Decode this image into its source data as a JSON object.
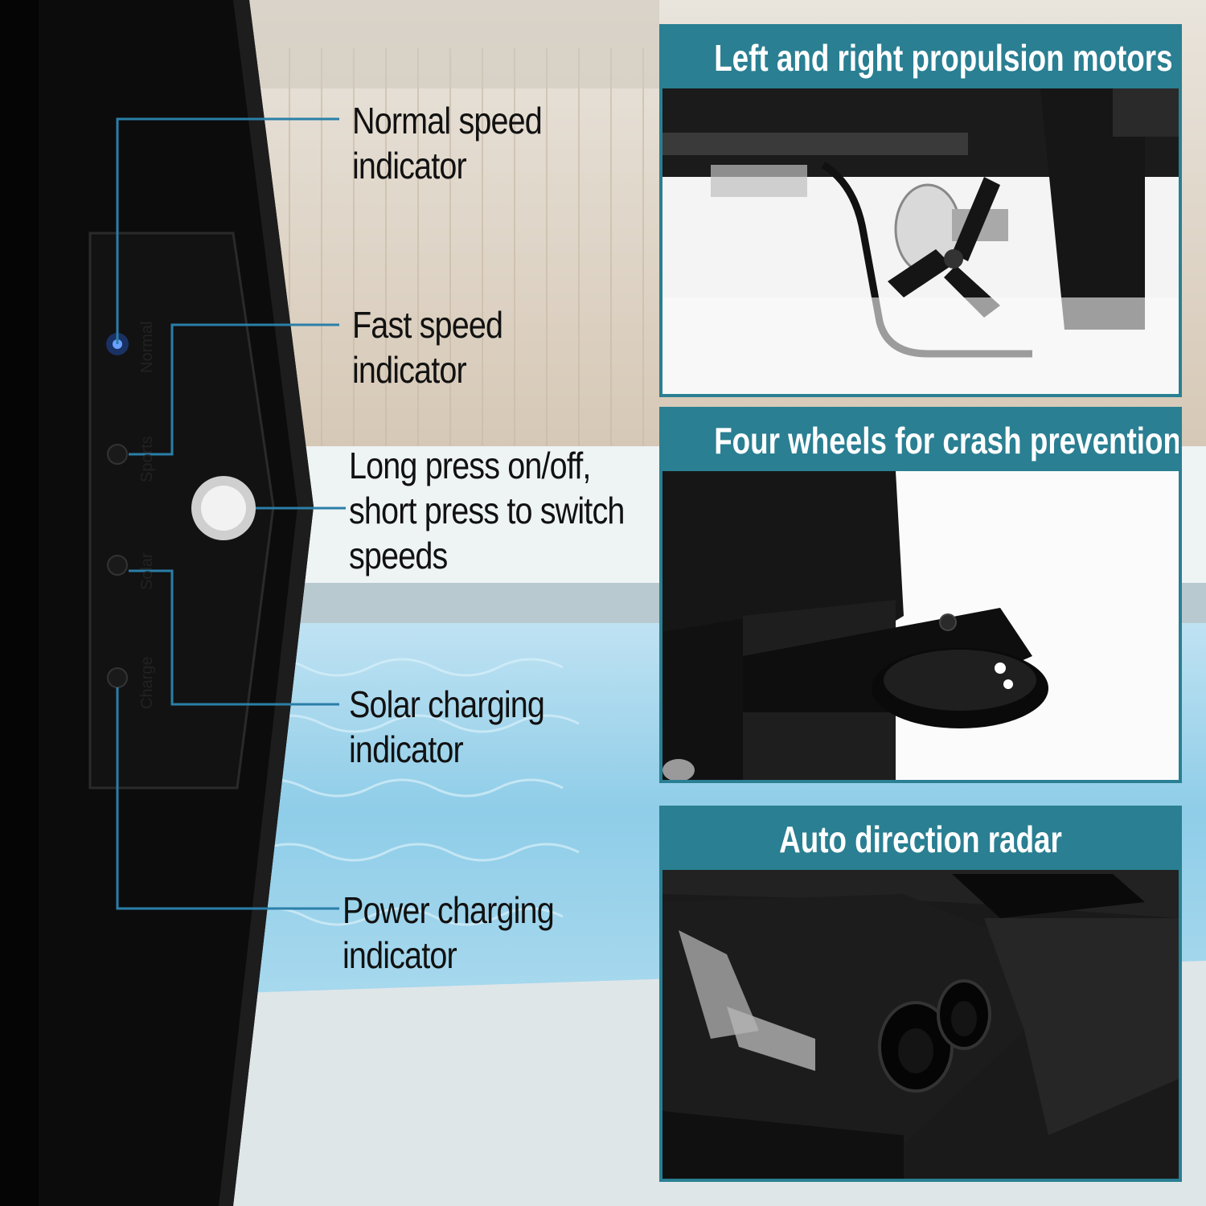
{
  "callouts": {
    "normal": [
      "Normal speed",
      "indicator"
    ],
    "fast": [
      "Fast speed",
      "indicator"
    ],
    "power_button": [
      "Long press on/off,",
      "short press to switch",
      "speeds"
    ],
    "solar": [
      "Solar charging",
      "indicator"
    ],
    "charge": [
      "Power charging",
      "indicator"
    ]
  },
  "controller_labels": {
    "normal": "Normal",
    "sports": "Sports",
    "solar": "Solar",
    "charge": "Charge"
  },
  "panels": [
    {
      "title": "Left and right propulsion motors",
      "icon": "propeller-motor"
    },
    {
      "title": "Four wheels for crash prevention",
      "icon": "wheel"
    },
    {
      "title": "Auto direction radar",
      "icon": "radar-sensor"
    }
  ],
  "colors": {
    "accent": "#2a7f92",
    "leader_line": "#2a7fa8",
    "led_blue": "#2b6cff",
    "device_body": "#0c0c0c"
  }
}
